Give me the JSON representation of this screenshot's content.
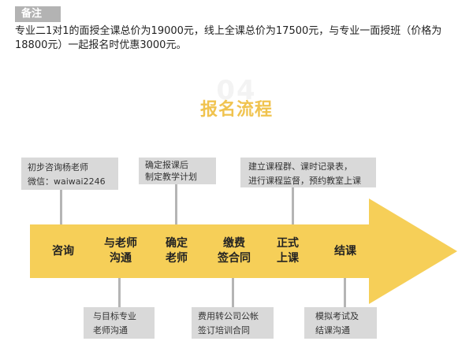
{
  "note": {
    "tag": "备注",
    "text": "专业二1对1的面授全课总价为19000元，线上全课总价为17500元，与专业一面授班（价格为18800元）一起报名时优惠3000元。"
  },
  "section": {
    "number": "04",
    "title": "报名流程"
  },
  "steps": [
    {
      "label": "咨询"
    },
    {
      "label": "与老师\n沟通"
    },
    {
      "label": "确定\n老师"
    },
    {
      "label": "缴费\n签合同"
    },
    {
      "label": "正式\n上课"
    },
    {
      "label": "结课"
    }
  ],
  "top_boxes": [
    {
      "lines": [
        "初步咨询杨老师",
        "微信：waiwai2246"
      ]
    },
    {
      "lines": [
        "确定报课后",
        "制定教学计划"
      ]
    },
    {
      "lines": [
        "建立课程群、课时记录表，",
        "进行课程监督，预约教室上课"
      ]
    }
  ],
  "bottom_boxes": [
    {
      "lines": [
        "与目标专业",
        "老师沟通"
      ]
    },
    {
      "lines": [
        "费用转公司公帐",
        "签订培训合同"
      ]
    },
    {
      "lines": [
        "模拟考试及",
        "结课沟通"
      ]
    }
  ],
  "colors": {
    "arrow": "#f6cf58",
    "title": "#f0c34f",
    "box": "#d9d9d9",
    "connector": "#b5b5b5",
    "tag": "#b3b3b3"
  }
}
